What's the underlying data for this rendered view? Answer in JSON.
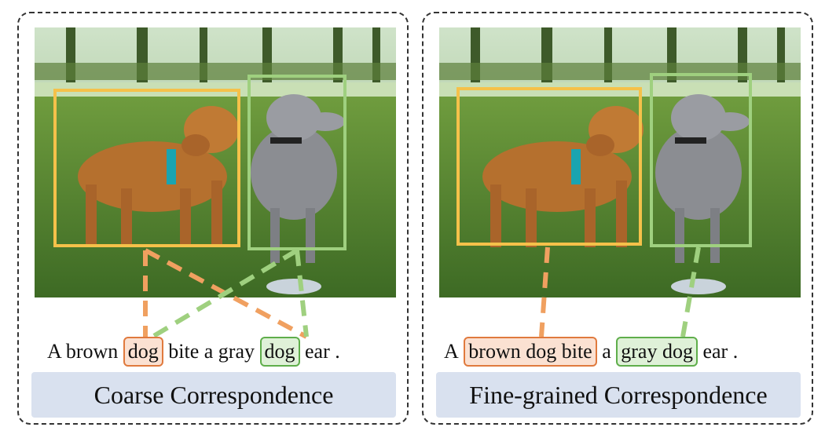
{
  "left_panel": {
    "sentence": {
      "w1": "A brown",
      "w2": "dog",
      "w3": "bite a gray",
      "w4": "dog",
      "w5": "ear ."
    },
    "caption": "Coarse Correspondence"
  },
  "right_panel": {
    "sentence": {
      "w1": "A",
      "w2": "brown dog bite",
      "w3": "a",
      "w4": "gray dog",
      "w5": "ear ."
    },
    "caption": "Fine-grained Correspondence"
  },
  "colors": {
    "orange": "#f0a060",
    "green": "#9fd07f",
    "orange_box": "#f5c14a",
    "green_box": "#9fd07f",
    "caption_bg": "#d9e1ef"
  }
}
